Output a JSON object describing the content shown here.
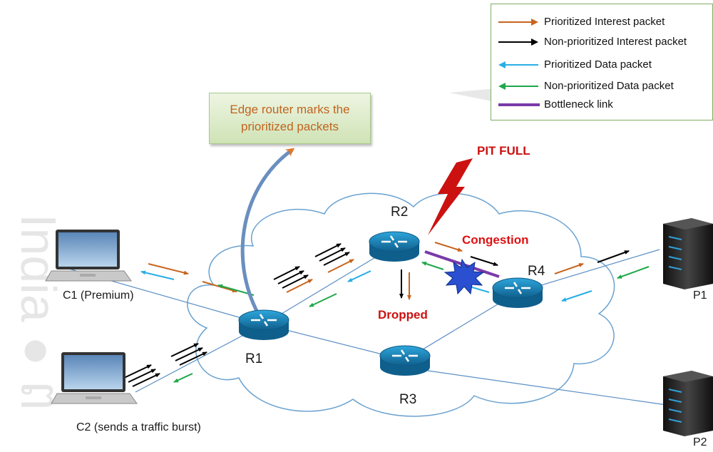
{
  "legend": {
    "items": [
      {
        "label": "Prioritized Interest packet",
        "color": "#c8641e",
        "style": "arrow-right"
      },
      {
        "label": "Non-prioritized Interest packet",
        "color": "#000000",
        "style": "arrow-right"
      },
      {
        "label": "Prioritized Data packet",
        "color": "#28aee6",
        "style": "arrow-left"
      },
      {
        "label": "Non-prioritized Data packet",
        "color": "#1fa84a",
        "style": "arrow-left"
      },
      {
        "label": "Bottleneck link",
        "color": "#7a3aa8",
        "style": "line"
      }
    ]
  },
  "callout": {
    "line1": "Edge router marks the",
    "line2": "prioritized packets"
  },
  "annotations": {
    "pit_full": "PIT FULL",
    "congestion": "Congestion",
    "dropped": "Dropped"
  },
  "routers": {
    "r1": "R1",
    "r2": "R2",
    "r3": "R3",
    "r4": "R4"
  },
  "consumers": {
    "c1": "C1 (Premium)",
    "c2": "C2 (sends a traffic burst)"
  },
  "producers": {
    "p1": "P1",
    "p2": "P2"
  },
  "watermark": "India ● ព",
  "colors": {
    "prioritized_interest": "#c8641e",
    "nonprioritized_interest": "#000000",
    "prioritized_data": "#28aee6",
    "nonprioritized_data": "#1fa84a",
    "bottleneck": "#7a3aa8",
    "alert_red": "#cc1111",
    "router_blue": "#1d86b8"
  }
}
